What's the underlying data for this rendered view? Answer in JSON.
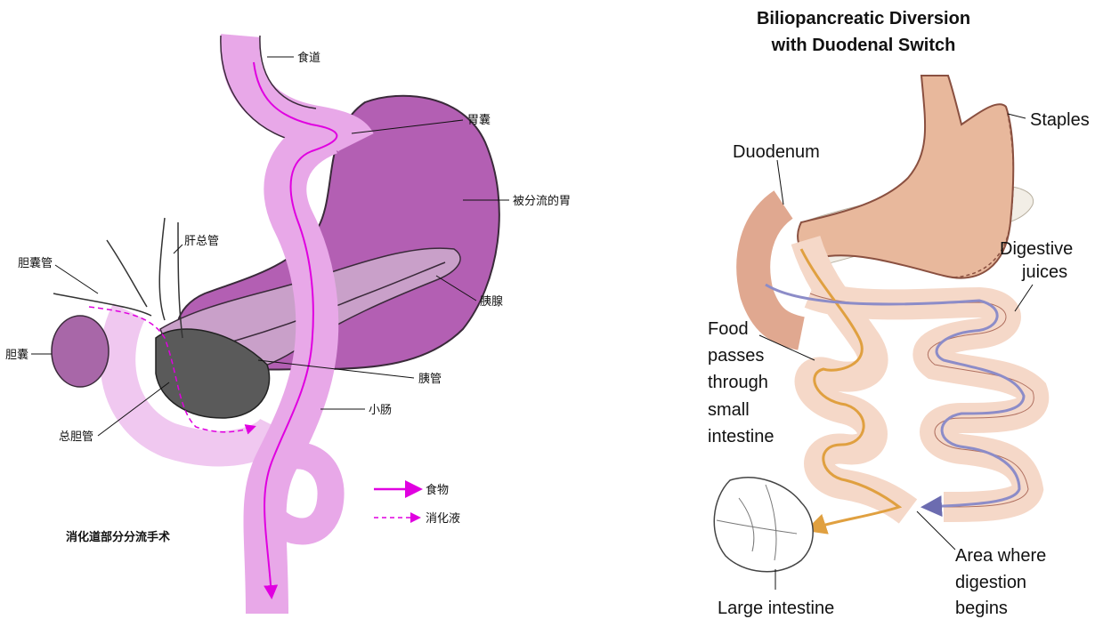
{
  "left": {
    "labels": {
      "esophagus": "食道",
      "gastric_pouch": "胃囊",
      "bypassed_stomach": "被分流的胃",
      "common_hepatic_duct": "肝总管",
      "cystic_duct": "胆囊管",
      "pancreas": "胰腺",
      "gallbladder": "胆囊",
      "pancreatic_duct": "胰管",
      "small_intestine": "小肠",
      "common_bile_duct": "总胆管"
    },
    "legend": {
      "food": "食物",
      "digestive_juice": "消化液"
    },
    "caption": "消化道部分分流手术",
    "colors": {
      "stomach": "#b35fb3",
      "intestine": "#e8a8e8",
      "food_arrow": "#e000e0",
      "duodenum": "#5a5a5a"
    }
  },
  "right": {
    "title_line1": "Biliopancreatic Diversion",
    "title_line2": "with Duodenal Switch",
    "labels": {
      "staples": "Staples",
      "duodenum": "Duodenum",
      "digestive_juices_1": "Digestive",
      "digestive_juices_2": "juices",
      "food_1": "Food",
      "food_2": "passes",
      "food_3": "through",
      "food_4": "small",
      "food_5": "intestine",
      "area_1": "Area where",
      "area_2": "digestion",
      "area_3": "begins",
      "large_intestine": "Large intestine"
    },
    "colors": {
      "stomach": "#e8b89c",
      "intestine": "#f5d8c8",
      "food_arrow": "#f0c070",
      "juice_arrow": "#8c8cc8"
    }
  }
}
